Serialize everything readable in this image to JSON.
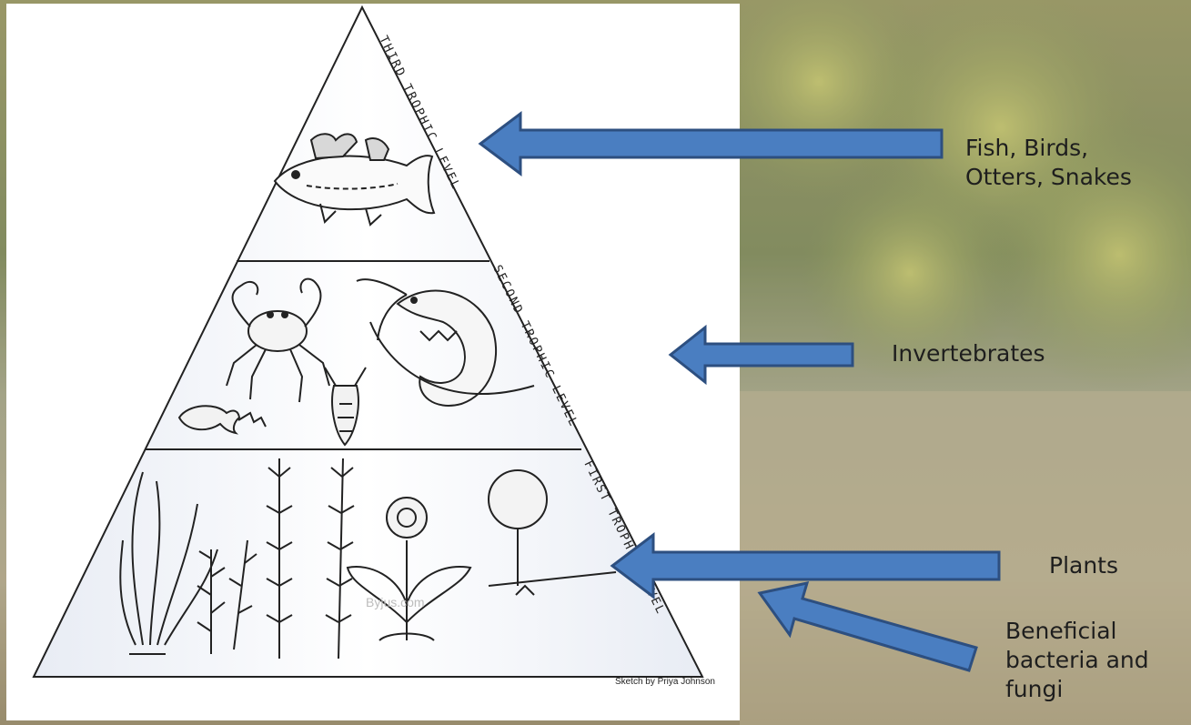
{
  "levels": [
    {
      "label": "THIRD TROPHIC LEVEL"
    },
    {
      "label": "SECOND TROPHIC LEVEL"
    },
    {
      "label": "FIRST TROPHIC LEVEL"
    }
  ],
  "annotations": {
    "top": "Fish, Birds,\nOtters, Snakes",
    "middle": "Invertebrates",
    "bottom": "Plants",
    "decomposers": "Beneficial\nbacteria and\nfungi"
  },
  "credit": "Sketch by Priya Johnson",
  "watermark": "Byjus.com",
  "colors": {
    "arrow_fill": "#4a7ec1",
    "arrow_stroke": "#2d4f80",
    "panel": "#ffffff"
  },
  "icons": [
    "fish-sketch",
    "crab-sketch",
    "shrimp-sketch",
    "crayfish-sketch",
    "small-fish-sketch",
    "plant-sketches",
    "water-lily-sketch"
  ]
}
